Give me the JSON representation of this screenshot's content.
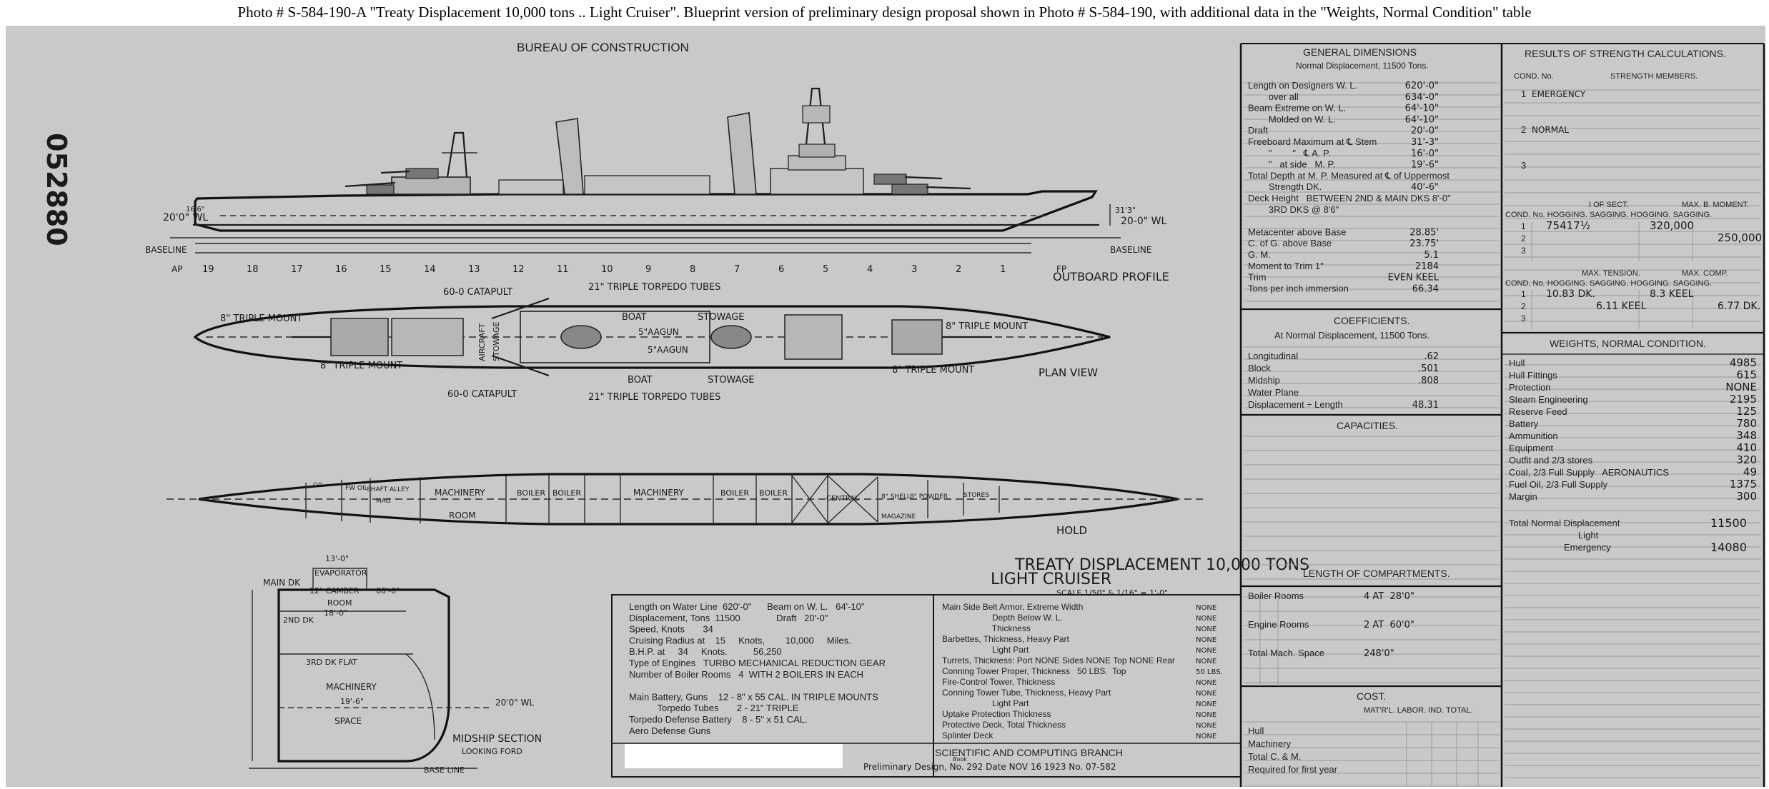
{
  "caption": "Photo #  S-584-190-A    \"Treaty Displacement 10,000 tons .. Light Cruiser\".   Blueprint version of preliminary design proposal shown in Photo # S-584-190, with additional data in the \"Weights, Normal Condition\" table",
  "stamp_number": "052880",
  "header": "BUREAU OF CONSTRUCTION",
  "outboard": {
    "label": "OUTBOARD PROFILE",
    "baseline_left": "BASELINE",
    "baseline_right": "BASELINE",
    "wl_left": "20'0\" WL",
    "wl_right": "20-0\" WL",
    "depth": "31'3\"",
    "draft": "16'6\"",
    "ap": "AP",
    "fp": "FP",
    "stations": [
      "19",
      "18",
      "17",
      "16",
      "15",
      "14",
      "13",
      "12",
      "11",
      "10",
      "9",
      "8",
      "7",
      "6",
      "5",
      "4",
      "3",
      "2",
      "1"
    ]
  },
  "plan": {
    "label": "PLAN VIEW",
    "catapult_top": "60-0 CATAPULT",
    "catapult_bottom": "60-0 CATAPULT",
    "torpedo_top": "21\" TRIPLE TORPEDO TUBES",
    "torpedo_bottom": "21\" TRIPLE TORPEDO TUBES",
    "boat_top": "BOAT",
    "stowage_top": "STOWAGE",
    "boat_bottom": "BOAT",
    "stowage_bottom": "STOWAGE",
    "aa_top": "5\"AAGUN",
    "aa_bottom": "5\"AAGUN",
    "aircraft": "AIRCRAFT",
    "stowage_v": "STOWAGE",
    "mount_aft_top": "8\" TRIPLE MOUNT",
    "mount_aft_bottom": "8\" TRIPLE MOUNT",
    "mount_fwd_top": "8\" TRIPLE MOUNT",
    "mount_fwd_bottom": "8\" TRIPLE MOUNT"
  },
  "hold": {
    "label": "HOLD",
    "oil": "OIL",
    "fwd_oil": "FW OIL",
    "mag": "MAG",
    "shaft_alley": "SHAFT ALLEY",
    "machinery": "MACHINERY",
    "boiler": "BOILER",
    "room": "ROOM",
    "central": "CENTRAL",
    "shell": "8\" SHELL",
    "powder": "8\" POWDER",
    "magazine": "MAGAZINE",
    "stores": "STORES"
  },
  "title_block": {
    "title1": "TREATY DISPLACEMENT 10,000 TONS",
    "title2": "LIGHT CRUISER",
    "scale": "SCALE 1/50\" & 1/16\" = 1'-0\""
  },
  "midship": {
    "main_dk": "MAIN DK",
    "camber": "12\" CAMBER",
    "evaporator": "EVAPORATOR",
    "room": "ROOM",
    "w1": "13'-0\"",
    "w2": "18'-0\"",
    "w3": "60'-0\"",
    "second_dk": "2ND DK",
    "third_dk": "3RD DK FLAT",
    "machinery": "MACHINERY",
    "m_width": "19'-6\"",
    "space": "SPACE",
    "wl": "20'0\" WL",
    "baseline": "BASE LINE",
    "title": "MIDSHIP SECTION",
    "subtitle": "LOOKING FORD"
  },
  "particulars": {
    "lines": [
      "Length on Water Line  620'-0\"      Beam on W. L.   64'-10\"",
      "Displacement, Tons  11500              Draft   20'-0\"",
      "Speed, Knots       34",
      "Cruising Radius at    15     Knots,        10,000     Miles.",
      "B.H.P. at     34     Knots.          56,250",
      "Type of Engines   TURBO MECHANICAL REDUCTION GEAR",
      "Number of Boiler Rooms   4  WITH 2 BOILERS IN EACH",
      "",
      "Main Battery, Guns    12 - 8\" x 55 CAL. IN TRIPLE MOUNTS",
      "           Torpedo Tubes       2 - 21\" TRIPLE",
      "Torpedo Defense Battery    8 - 5\" x 51 CAL.",
      "Aero Defense Guns"
    ]
  },
  "armor": {
    "lines": [
      [
        "Main Side Belt Armor, Extreme Width",
        "NONE"
      ],
      [
        "                     Depth Below W. L.",
        "NONE"
      ],
      [
        "                     Thickness",
        "NONE"
      ],
      [
        "Barbettes, Thickness, Heavy Part",
        "NONE"
      ],
      [
        "                     Light Part",
        "NONE"
      ],
      [
        "Turrets, Thickness: Port NONE Sides NONE Top NONE Rear",
        "NONE"
      ],
      [
        "Conning Tower Proper, Thickness   50 LBS.  Top",
        "50 LBS."
      ],
      [
        "Fire-Control Tower, Thickness",
        "NONE"
      ],
      [
        "Conning Tower Tube, Thickness, Heavy Part",
        "NONE"
      ],
      [
        "                     Light Part",
        "NONE"
      ],
      [
        "Uptake Protection Thickness",
        "NONE"
      ],
      [
        "Protective Deck, Total Thickness",
        "NONE"
      ],
      [
        "Splinter Deck",
        "NONE"
      ]
    ]
  },
  "scb": {
    "title": "SCIENTIFIC AND COMPUTING BRANCH",
    "line": "Preliminary Design, No.  292    Date  NOV 16 1923    No. 07-582",
    "book": "Book"
  },
  "general_dimensions": {
    "title": "GENERAL DIMENSIONS",
    "subtitle": "Normal Displacement,  11500    Tons.",
    "rows": [
      [
        "Length on Designers W. L.",
        "620'-0\""
      ],
      [
        "        over all",
        "634'-0\""
      ],
      [
        "Beam Extreme on W. L.",
        "64'-10\""
      ],
      [
        "        Molded on W. L.",
        "64'-10\""
      ],
      [
        "Draft",
        "20'-0\""
      ],
      [
        "Freeboard Maximum at ℄ Stem",
        "31'-3\""
      ],
      [
        "        \"        \"   ℄ A. P.",
        "16'-0\""
      ],
      [
        "        \"   at side   M. P.",
        "19'-6\""
      ],
      [
        "Total Depth at M. P. Measured at ℄ of Uppermost",
        ""
      ],
      [
        "        Strength DK.",
        "40'-6\""
      ],
      [
        "Deck Height   BETWEEN 2ND & MAIN DKS 8'-0\"",
        ""
      ],
      [
        "        3RD DKS @ 8'6\"",
        ""
      ],
      [
        "",
        ""
      ],
      [
        "Metacenter above Base",
        "28.85'"
      ],
      [
        "C. of G. above Base",
        "23.75'"
      ],
      [
        "G. M.",
        "5.1"
      ],
      [
        "Moment to Trim 1\"",
        "2184"
      ],
      [
        "Trim",
        "EVEN KEEL"
      ],
      [
        "Tons per inch immersion",
        "66.34"
      ]
    ]
  },
  "coefficients": {
    "title": "COEFFICIENTS.",
    "subtitle": "At Normal Displacement,  11500    Tons.",
    "rows": [
      [
        "Longitudinal",
        ".62"
      ],
      [
        "Block",
        ".501"
      ],
      [
        "Midship",
        ".808"
      ],
      [
        "Water Plane",
        ""
      ],
      [
        "Displacement ÷ Length",
        "48.31"
      ]
    ]
  },
  "capacities": {
    "title": "CAPACITIES."
  },
  "compartments": {
    "title": "LENGTH OF COMPARTMENTS.",
    "rows": [
      [
        "Boiler Rooms",
        "4 AT  28'0\""
      ],
      [
        "Engine Rooms",
        "2 AT  60'0\""
      ],
      [
        "Total Mach. Space",
        "248'0\""
      ]
    ]
  },
  "cost": {
    "title": "COST.",
    "header": "MAT'R'L.  LABOR.  IND.  TOTAL.",
    "rows": [
      "Hull",
      "Machinery",
      "Total C. & M.",
      "Required for first year"
    ]
  },
  "strength": {
    "title": "RESULTS OF STRENGTH CALCULATIONS.",
    "col1": "COND. No.",
    "col2": "STRENGTH MEMBERS.",
    "conditions": [
      [
        "1",
        "EMERGENCY"
      ],
      [
        "2",
        "NORMAL"
      ],
      [
        "3",
        ""
      ]
    ],
    "moi_header_a": "I OF SECT.",
    "moi_header_b": "MAX. B. MOMENT.",
    "moi_header_c": "COND. No.  HOGGING. SAGGING.  HOGGING. SAGGING.",
    "moi_rows": [
      [
        "1",
        "75417½",
        "",
        "320,000",
        ""
      ],
      [
        "2",
        "",
        "",
        "",
        "250,000"
      ],
      [
        "3",
        "",
        "",
        "",
        ""
      ]
    ],
    "ten_header_a": "MAX. TENSION.",
    "ten_header_b": "MAX. COMP.",
    "ten_header_c": "COND. No.  HOGGING. SAGGING.  HOGGING. SAGGING.",
    "ten_rows": [
      [
        "1",
        "10.83 DK.",
        "",
        "8.3 KEEL",
        ""
      ],
      [
        "2",
        "",
        "6.11 KEEL",
        "",
        "6.77 DK."
      ],
      [
        "3",
        "",
        "",
        "",
        ""
      ]
    ]
  },
  "weights": {
    "title": "WEIGHTS, NORMAL CONDITION.",
    "rows": [
      [
        "Hull",
        "4985"
      ],
      [
        "Hull Fittings",
        "615"
      ],
      [
        "Protection",
        "NONE"
      ],
      [
        "Steam Engineering",
        "2195"
      ],
      [
        "Reserve Feed",
        "125"
      ],
      [
        "Battery",
        "780"
      ],
      [
        "Ammunition",
        "348"
      ],
      [
        "Equipment",
        "410"
      ],
      [
        "Outfit and 2/3 stores",
        "320"
      ],
      [
        "Coal, 2/3 Full Supply   AERONAUTICS",
        "49"
      ],
      [
        "Fuel Oil, 2/3 Full Supply",
        "1375"
      ],
      [
        "Margin",
        "300"
      ]
    ],
    "total_label": "Total Normal Displacement",
    "total_value": "11500",
    "light_label": "Light",
    "emergency_label": "Emergency",
    "emergency_value": "14080"
  }
}
